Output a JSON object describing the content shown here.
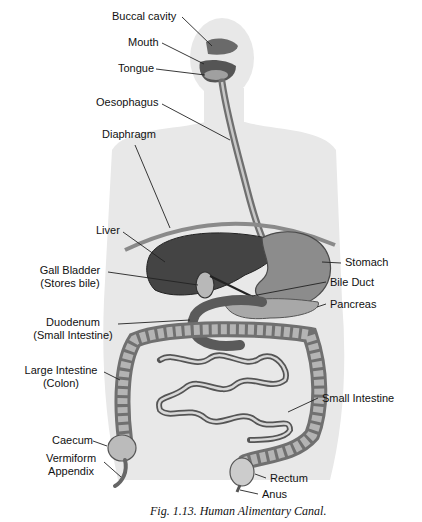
{
  "diagram": {
    "caption": "Fig. 1.13. Human Alimentary Canal.",
    "labels": [
      "Buccal cavity",
      "Mouth",
      "Tongue",
      "Oesophagus",
      "Diaphragm",
      "Liver",
      "Gall Bladder (Stores bile)",
      "Duodenum (Small Intestine)",
      "Large Intestine (Colon)",
      "Caecum",
      "Vermiform Appendix",
      "Stomach",
      "Bile Duct",
      "Pancreas",
      "Small Intestine",
      "Rectum",
      "Anus"
    ]
  }
}
